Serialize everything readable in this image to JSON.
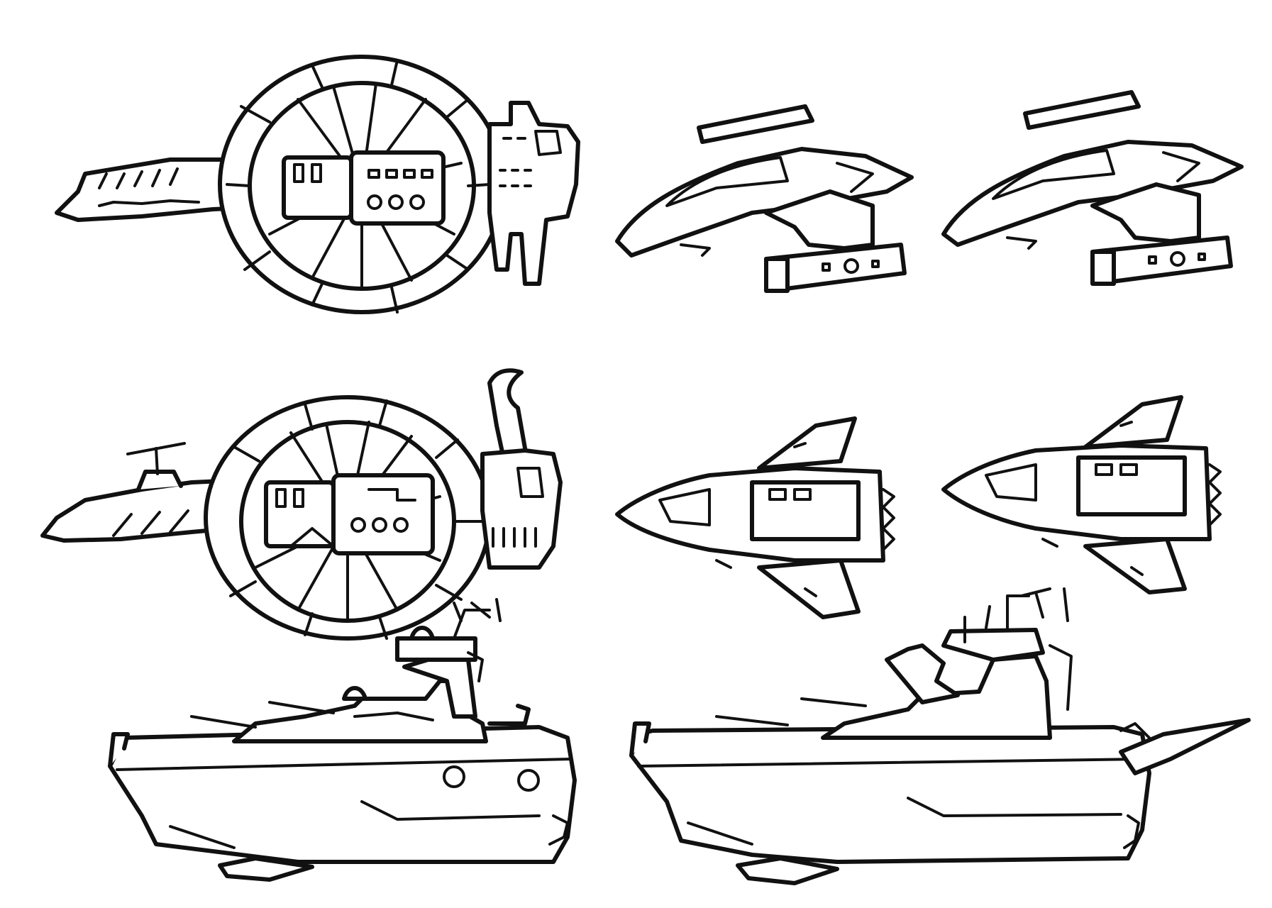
{
  "palette": {
    "ink": "#111111",
    "paper": "#ffffff"
  },
  "sketches": [
    {
      "id": "ring-ship-a",
      "icon": "ring-starship-icon"
    },
    {
      "id": "fighter-a1",
      "icon": "starfighter-side-icon"
    },
    {
      "id": "fighter-a2",
      "icon": "starfighter-side-icon"
    },
    {
      "id": "ring-ship-b",
      "icon": "ring-starship-icon"
    },
    {
      "id": "fighter-b1",
      "icon": "delta-fighter-icon"
    },
    {
      "id": "fighter-b2",
      "icon": "delta-fighter-icon"
    },
    {
      "id": "battleship-a",
      "icon": "battleship-icon"
    },
    {
      "id": "battleship-b",
      "icon": "battleship-icon"
    }
  ]
}
